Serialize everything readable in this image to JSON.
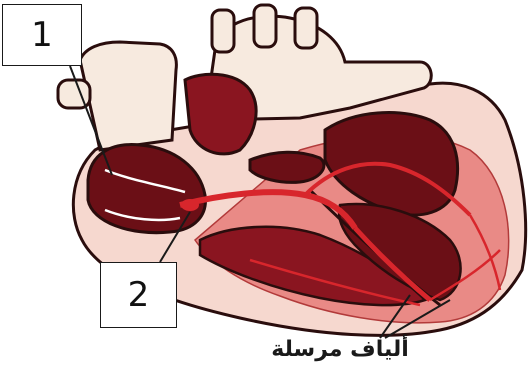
{
  "labels": {
    "label_1": "1",
    "label_2": "2",
    "caption": "ألياف مرسلة"
  },
  "colors": {
    "outline": "#2a0d0d",
    "muscle_light": "#f6d8cf",
    "muscle_pink": "#e98a86",
    "chamber_dark": "#6b0f16",
    "chamber_mid": "#8a1520",
    "vessel_cream": "#f7eadf",
    "fiber_red": "#d8262c"
  }
}
